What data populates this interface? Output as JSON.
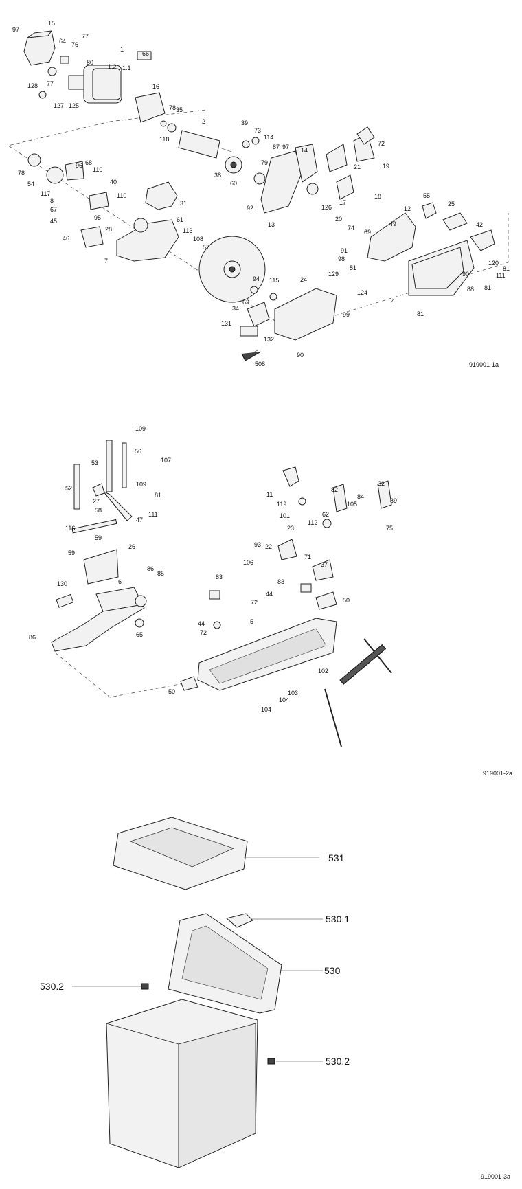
{
  "sheets": [
    {
      "ref": "919001-1a",
      "labels": [
        "97",
        "15",
        "64",
        "76",
        "77",
        "80",
        "1",
        "66",
        "1.2",
        "1.1",
        "128",
        "77",
        "127",
        "125",
        "16",
        "78",
        "35",
        "118",
        "2",
        "39",
        "73",
        "114",
        "87",
        "97",
        "72",
        "14",
        "21",
        "19",
        "78",
        "54",
        "117",
        "8",
        "67",
        "45",
        "96",
        "68",
        "110",
        "40",
        "110",
        "95",
        "28",
        "46",
        "7",
        "31",
        "61",
        "113",
        "108",
        "57",
        "38",
        "60",
        "79",
        "92",
        "13",
        "126",
        "17",
        "20",
        "74",
        "18",
        "69",
        "49",
        "12",
        "55",
        "25",
        "42",
        "91",
        "98",
        "51",
        "120",
        "81",
        "111",
        "81",
        "88",
        "90",
        "129",
        "124",
        "4",
        "81",
        "94",
        "115",
        "24",
        "63",
        "34",
        "131",
        "132",
        "99",
        "90",
        "508"
      ]
    },
    {
      "ref": "919001-2a",
      "labels": [
        "109",
        "53",
        "56",
        "107",
        "52",
        "109",
        "27",
        "81",
        "47",
        "111",
        "58",
        "59",
        "116",
        "59",
        "26",
        "86",
        "85",
        "130",
        "6",
        "65",
        "86",
        "11",
        "119",
        "101",
        "82",
        "105",
        "84",
        "32",
        "89",
        "112",
        "62",
        "75",
        "93",
        "22",
        "23",
        "71",
        "37",
        "106",
        "83",
        "44",
        "72",
        "83",
        "50",
        "44",
        "72",
        "5",
        "102",
        "103",
        "50",
        "104",
        "104"
      ]
    },
    {
      "ref": "919001-3a",
      "labels": [
        "531",
        "530.1",
        "530",
        "530.2",
        "530.2"
      ]
    }
  ]
}
